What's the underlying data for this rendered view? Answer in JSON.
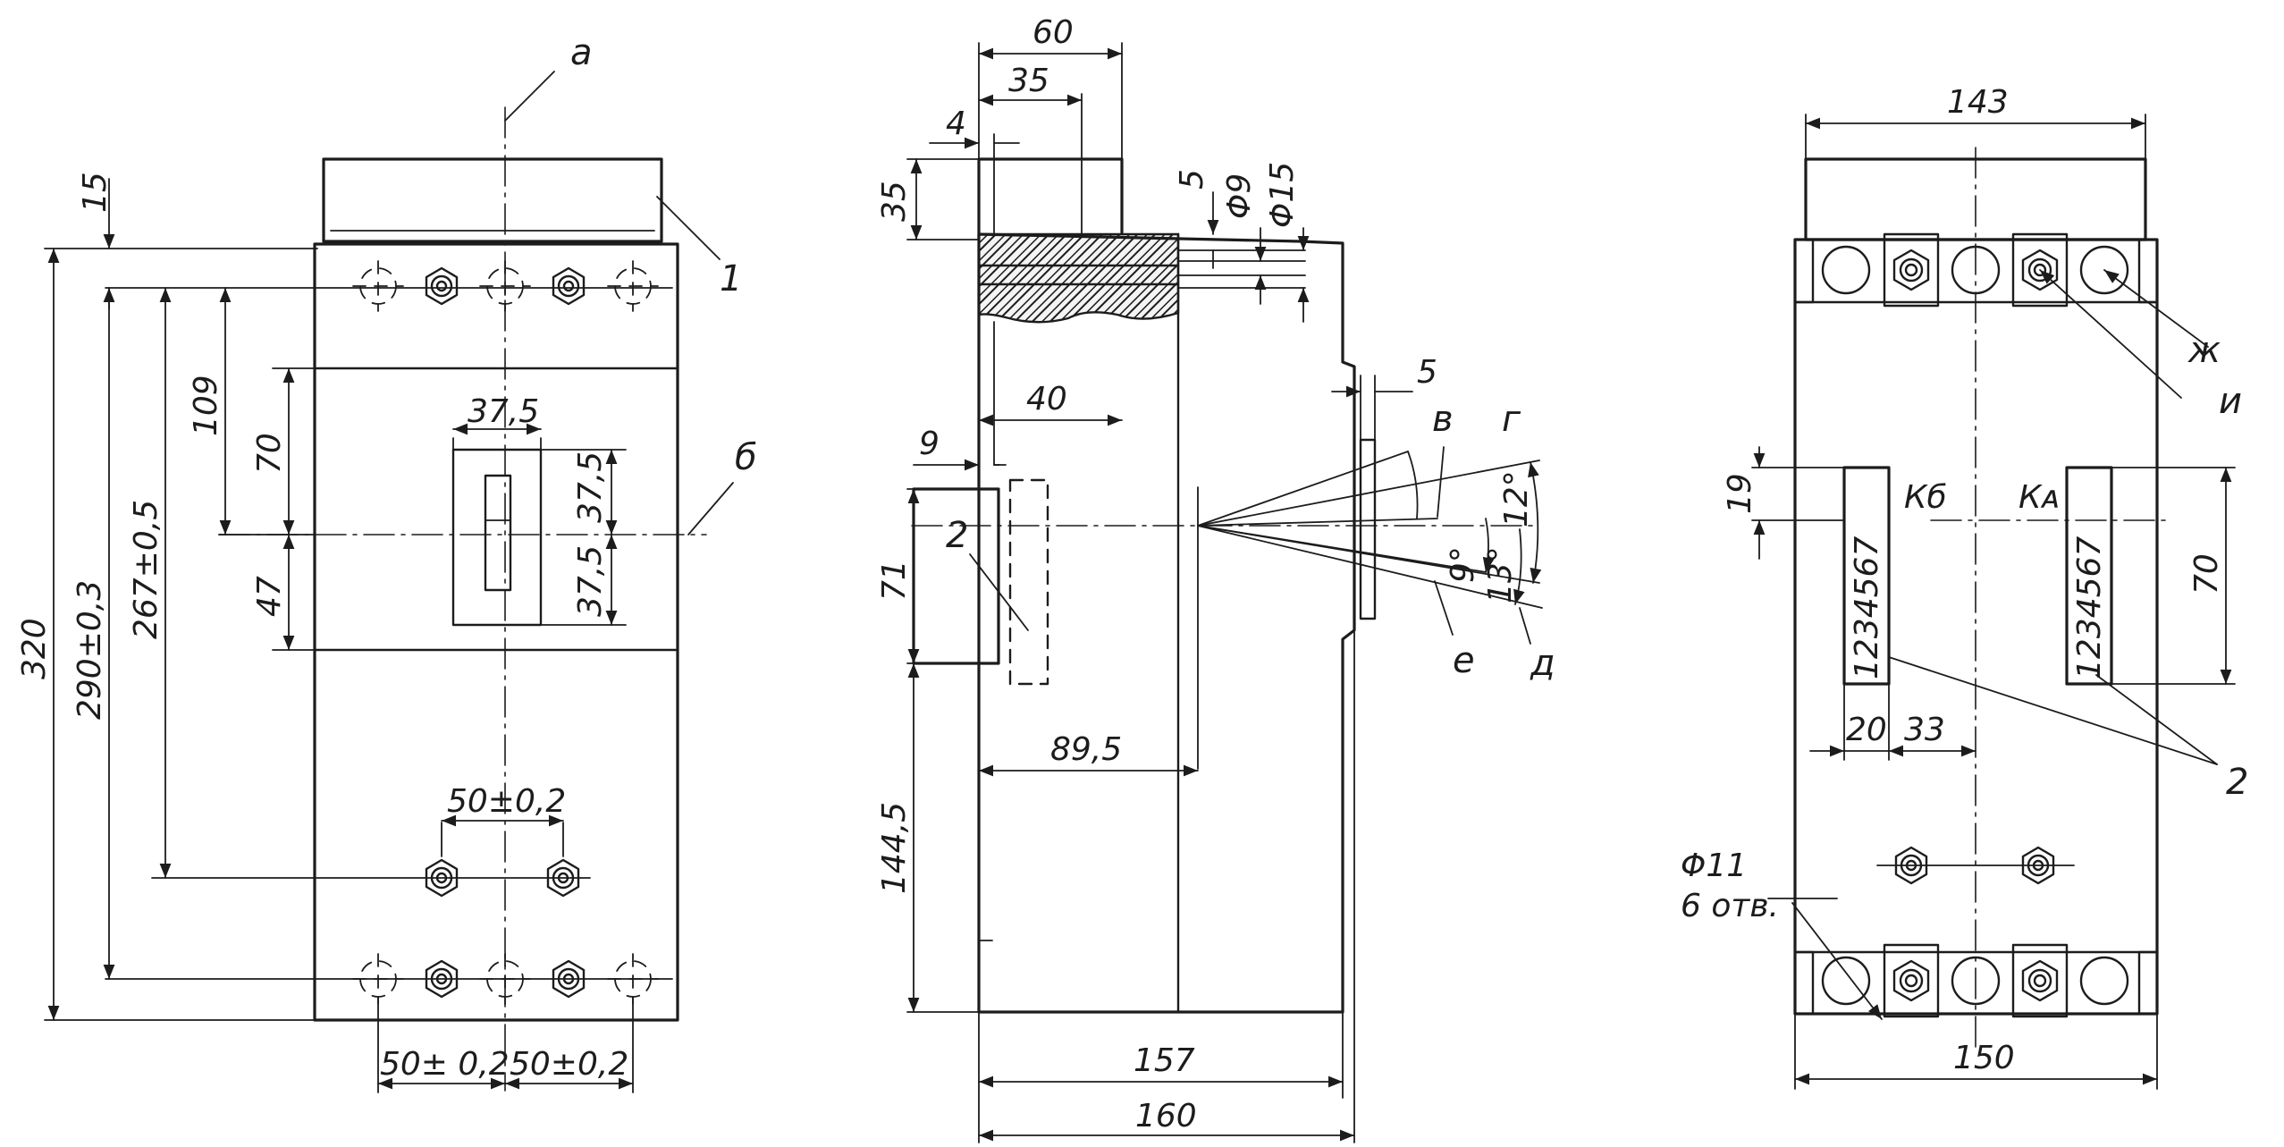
{
  "front_view": {
    "dims": {
      "d15": "15",
      "d320": "320",
      "d290": "290±0,3",
      "d267": "267±0,5",
      "d109": "109",
      "d70": "70",
      "d47": "47",
      "d375_top": "37,5",
      "d375_a": "37,5",
      "d375_b": "37,5",
      "d50_mid": "50±0,2",
      "d50_bl": "50± 0,2",
      "d50_br": "50±0,2"
    },
    "labels": {
      "a": "а",
      "b": "б",
      "one": "1"
    }
  },
  "side_view": {
    "dims": {
      "d60": "60",
      "d35_top": "35",
      "d4": "4",
      "d35_left": "35",
      "d5_top": "5",
      "phi9": "Φ9",
      "phi15": "Φ15",
      "d5_right": "5",
      "d40": "40",
      "d9": "9",
      "d71": "71",
      "d89": "89,5",
      "d1445": "144,5",
      "d157": "157",
      "d160": "160"
    },
    "labels": {
      "two": "2",
      "v": "в",
      "g": "г",
      "e": "е",
      "d": "д"
    },
    "angles": {
      "a12": "12°",
      "a9": "9°",
      "a13": "13°"
    }
  },
  "rear_view": {
    "dims": {
      "d143": "143",
      "d19": "19",
      "d70": "70",
      "d20": "20",
      "d33": "33",
      "d150": "150",
      "phi11": "Φ11",
      "holes": "6 отв."
    },
    "labels": {
      "zh": "ж",
      "i": "и",
      "two": "2",
      "kb": "Кб",
      "ka": "Кᴀ"
    },
    "plates": {
      "left": "1234567",
      "right": "1234567"
    }
  }
}
